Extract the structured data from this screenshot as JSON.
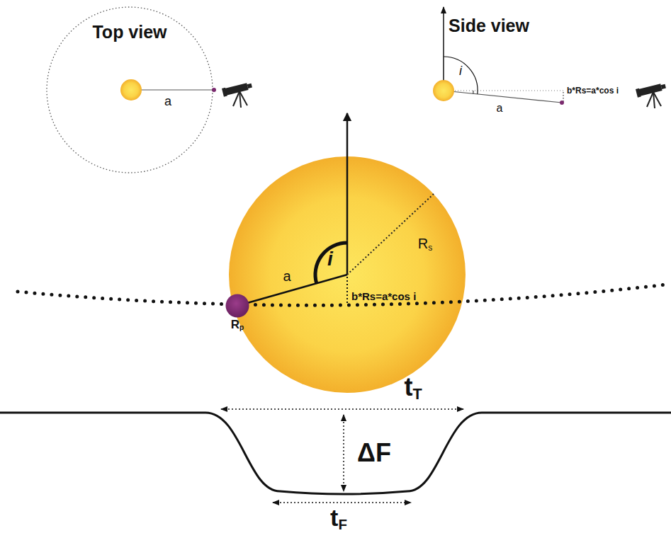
{
  "diagram": {
    "nodes": [
      {
        "text": [
          "Top view",
          "a"
        ]
      },
      {
        "text": [
          "i",
          "Rs",
          "a",
          "b*Rs=a*cos i"
        ]
      },
      {
        "text": [
          "Rp"
        ],
        "in": 1
      }
    ],
    "labels": [
      "Side view",
      "i",
      "a",
      "b*Rs=a*cos i",
      "tT",
      "ΔF",
      "tF"
    ]
  }
}
